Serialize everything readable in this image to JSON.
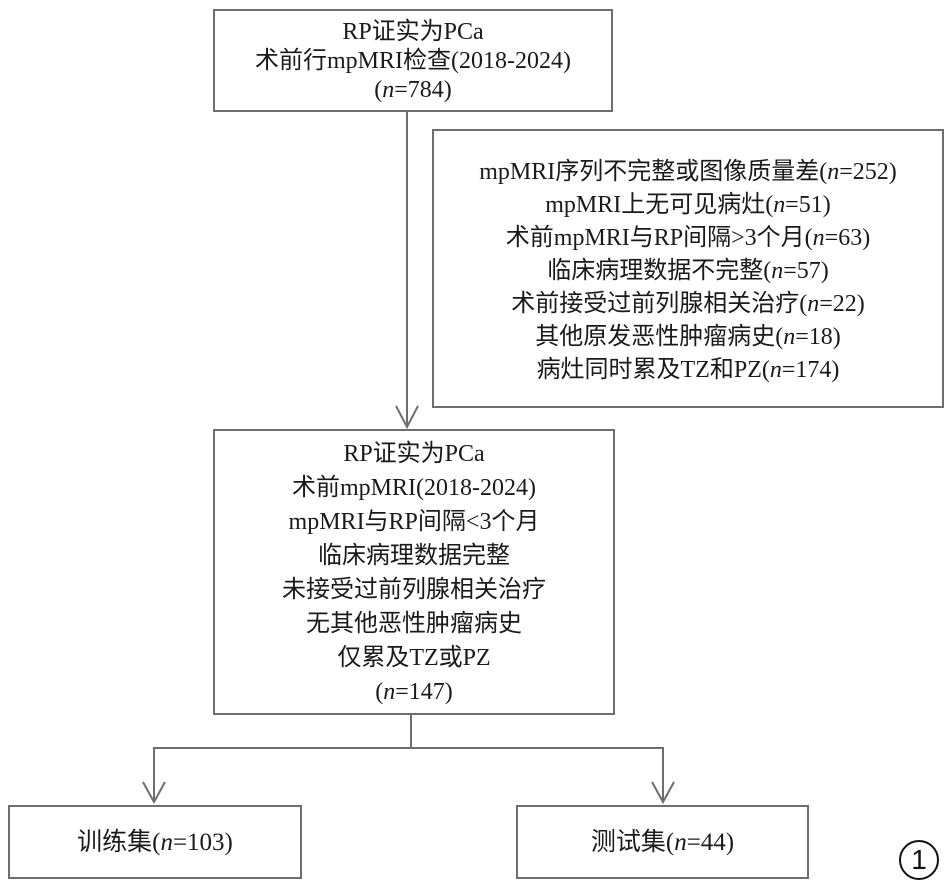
{
  "figure_label": "1",
  "top_box": {
    "lines": [
      "RP证实为PCa",
      "术前行mpMRI检查(2018-2024)"
    ],
    "n_prefix": "(",
    "n_var": "n",
    "n_suffix": "=784)"
  },
  "exclusion_box": {
    "items": [
      {
        "text": "mpMRI序列不完整或图像质量差(",
        "n_var": "n",
        "n_value": "=252)"
      },
      {
        "text": "mpMRI上无可见病灶(",
        "n_var": "n",
        "n_value": "=51)"
      },
      {
        "text": "术前mpMRI与RP间隔>3个月(",
        "n_var": "n",
        "n_value": "=63)"
      },
      {
        "text": "临床病理数据不完整(",
        "n_var": "n",
        "n_value": "=57)"
      },
      {
        "text": "术前接受过前列腺相关治疗(",
        "n_var": "n",
        "n_value": "=22)"
      },
      {
        "text": "其他原发恶性肿瘤病史(",
        "n_var": "n",
        "n_value": "=18)"
      },
      {
        "text": "病灶同时累及TZ和PZ(",
        "n_var": "n",
        "n_value": "=174)"
      }
    ]
  },
  "middle_box": {
    "lines": [
      "RP证实为PCa",
      "术前mpMRI(2018-2024)",
      "mpMRI与RP间隔<3个月",
      "临床病理数据完整",
      "未接受过前列腺相关治疗",
      "无其他恶性肿瘤病史",
      "仅累及TZ或PZ"
    ],
    "n_prefix": "(",
    "n_var": "n",
    "n_suffix": "=147)"
  },
  "train_box": {
    "label": "训练集(",
    "n_var": "n",
    "n_value": "=103)"
  },
  "test_box": {
    "label": "测试集(",
    "n_var": "n",
    "n_value": "=44)"
  },
  "colors": {
    "box_border": "#6e6e6e",
    "connector": "#6e6e6e",
    "text": "#1a1a1a"
  }
}
